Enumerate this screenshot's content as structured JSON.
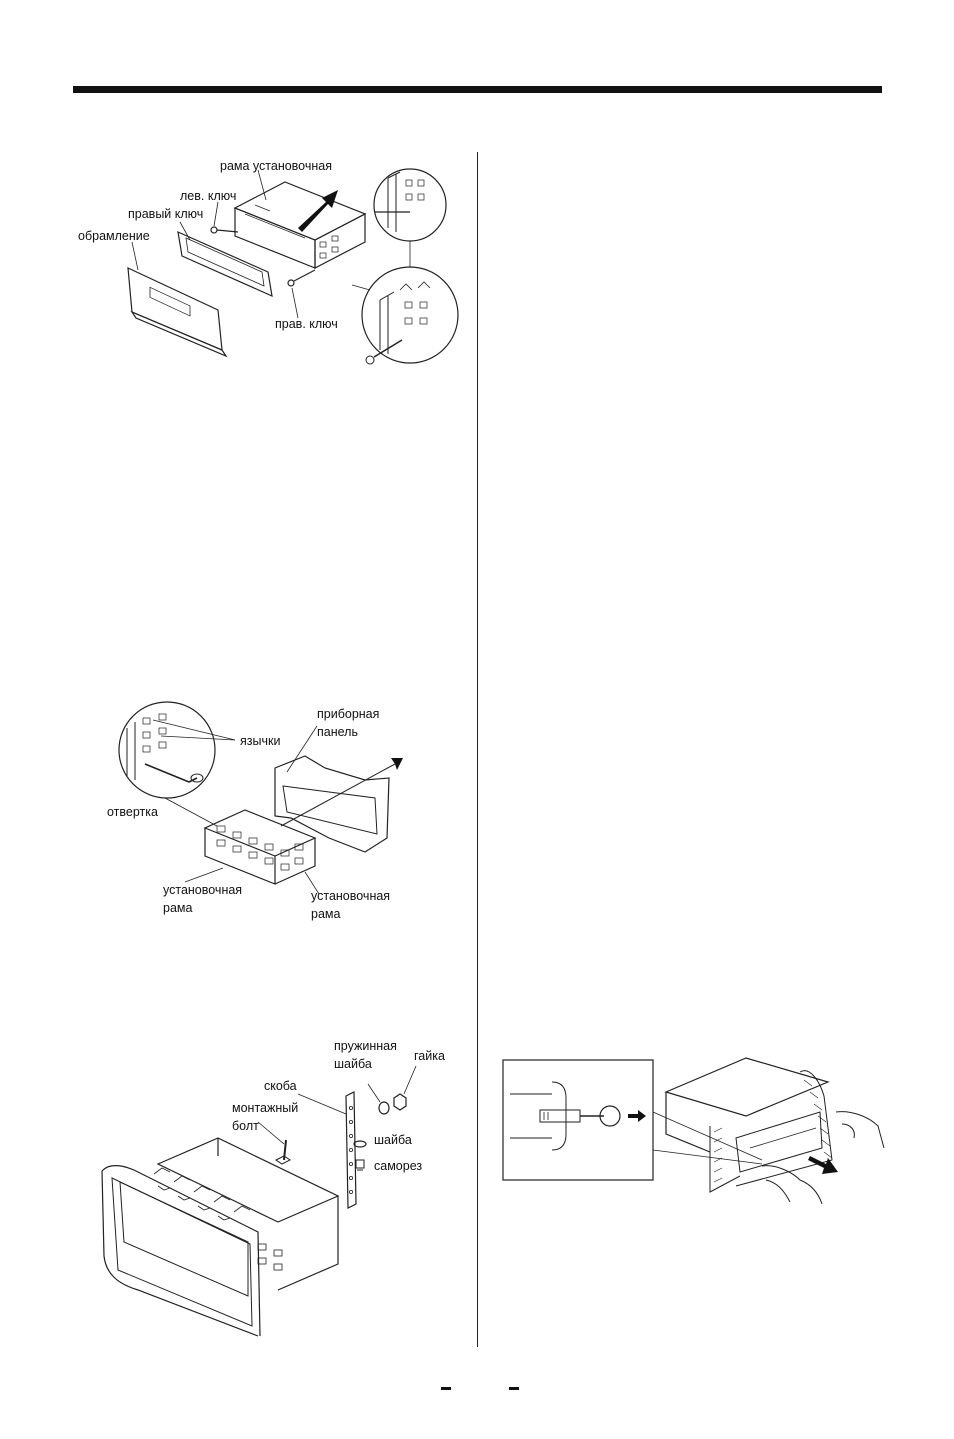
{
  "figure1": {
    "labels": {
      "frame": "рама установочная",
      "left_key": "лев. ключ",
      "right_key_top": "правый ключ",
      "trim": "обрамление",
      "right_key_bottom": "прав. ключ"
    }
  },
  "figure2": {
    "labels": {
      "tabs": "язычки",
      "screwdriver": "отвертка",
      "dash_line1": "приборная",
      "dash_line2": "панель",
      "sleeve_a_line1": "установочная",
      "sleeve_a_line2": "рама",
      "sleeve_b_line1": "установочная",
      "sleeve_b_line2": "рама"
    }
  },
  "figure3": {
    "labels": {
      "spring_line1": "пружинная",
      "spring_line2": "шайба",
      "nut": "гайка",
      "bracket": "скоба",
      "bolt_line1": "монтажный",
      "bolt_line2": "болт",
      "washer": "шайба",
      "screw": "саморез"
    }
  },
  "figure4": {
    "labels": {}
  }
}
